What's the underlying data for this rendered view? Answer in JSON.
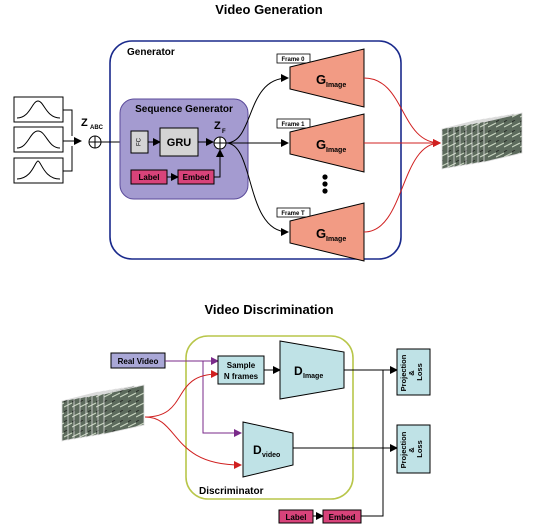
{
  "top": {
    "title": "Video Generation",
    "generator_label": "Generator",
    "sequence_generator_label": "Sequence Generator",
    "fc": "FC",
    "gru": "GRU",
    "z_abc_main": "Z",
    "z_abc_sub": "ABC",
    "z_f_main": "Z",
    "z_f_sub": "F",
    "label": "Label",
    "embed": "Embed",
    "frame_0": "Frame 0",
    "frame_1": "Frame 1",
    "frame_t": "Frame T",
    "g_main": "G",
    "g_sub": "Image"
  },
  "bottom": {
    "title": "Video Discrimination",
    "real_video": "Real Video",
    "sample_line1": "Sample",
    "sample_line2": "N frames",
    "d_main": "D",
    "d_image_sub": "Image",
    "d_video_sub": "video",
    "proj_line1": "Projection",
    "proj_line2": "&",
    "proj_line3": "Loss",
    "discriminator_label": "Discriminator",
    "label": "Label",
    "embed": "Embed"
  },
  "colors": {
    "generator_border": "#1a2a8c",
    "sequence_fill": "#a49bd0",
    "block_fill": "#d4d4d4",
    "pink": "#d8437a",
    "salmon": "#f29b84",
    "teal": "#bfe2e6",
    "lavender": "#a9a7d6",
    "discriminator_border": "#b8c64a",
    "red_arrow": "#d02020",
    "purple_arrow": "#7a2a8a"
  }
}
